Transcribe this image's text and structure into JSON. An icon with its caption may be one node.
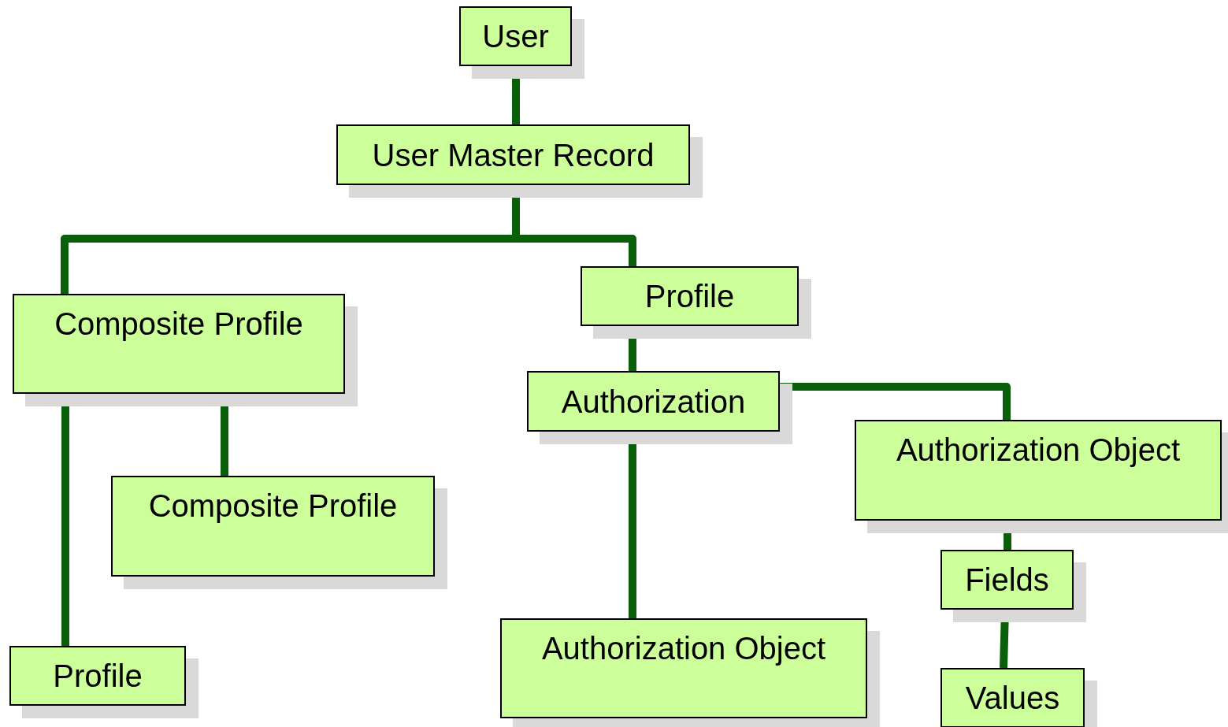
{
  "diagram": {
    "nodes": [
      {
        "text": [
          "User"
        ]
      },
      {
        "text": [
          "User Master Record"
        ]
      },
      {
        "text": [
          "Composite Profile"
        ]
      },
      {
        "text": [
          "Profile"
        ]
      },
      {
        "text": [
          "Authorization"
        ]
      },
      {
        "text": [
          "Authorization Object"
        ]
      },
      {
        "text": [
          "Composite Profile"
        ]
      },
      {
        "text": [
          "Profile"
        ]
      },
      {
        "text": [
          "Authorization Object"
        ]
      },
      {
        "text": [
          "Fields"
        ]
      },
      {
        "text": [
          "Values"
        ]
      }
    ],
    "edges": [
      {
        "from": 0,
        "to": 1,
        "arrow": "none"
      },
      {
        "from": 1,
        "to": 2,
        "arrow": "none"
      },
      {
        "from": 1,
        "to": 3,
        "arrow": "none"
      },
      {
        "from": 2,
        "to": 7,
        "arrow": "none"
      },
      {
        "from": 2,
        "to": 6,
        "arrow": "none"
      },
      {
        "from": 3,
        "to": 4,
        "arrow": "none"
      },
      {
        "from": 4,
        "to": 8,
        "arrow": "none"
      },
      {
        "from": 4,
        "to": 5,
        "arrow": "none"
      },
      {
        "from": 5,
        "to": 9,
        "arrow": "none"
      },
      {
        "from": 9,
        "to": 10,
        "arrow": "none"
      }
    ]
  }
}
